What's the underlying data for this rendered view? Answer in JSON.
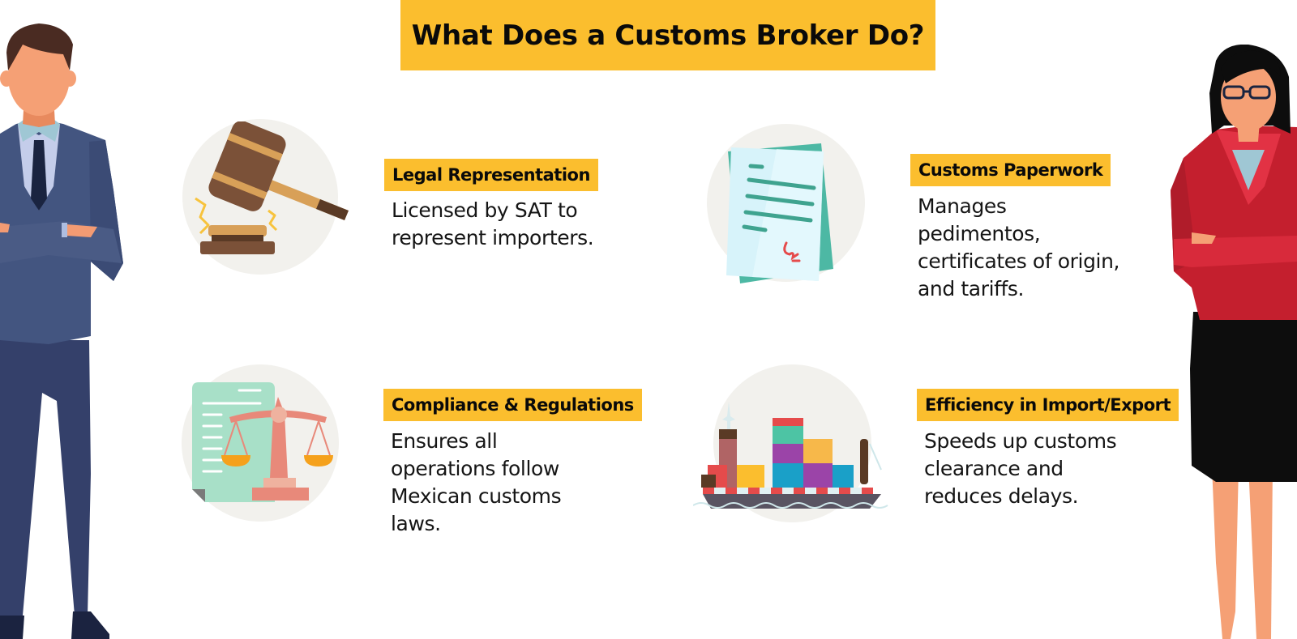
{
  "header": {
    "title": "What Does a Customs Broker Do?",
    "background": "#fbbe2e"
  },
  "illustrations": {
    "left_person": "businessman-with-crossed-arms",
    "right_person": "businesswoman-with-crossed-arms"
  },
  "cards": [
    {
      "icon": "gavel-icon",
      "label": "Legal Representation",
      "description_lines": [
        "Licensed by SAT to",
        "represent importers."
      ]
    },
    {
      "icon": "document-icon",
      "label": "Customs Paperwork",
      "description_lines": [
        "Manages",
        "pedimentos,",
        "certificates of origin,",
        "and tariffs."
      ]
    },
    {
      "icon": "scales-of-justice-icon",
      "label": "Compliance & Regulations",
      "description_lines": [
        "Ensures all",
        "operations follow",
        "Mexican customs",
        "laws."
      ]
    },
    {
      "icon": "cargo-ship-icon",
      "label": "Efficiency in Import/Export",
      "description_lines": [
        "Speeds up customs",
        "clearance and",
        "reduces delays."
      ]
    }
  ],
  "colors": {
    "accent_yellow": "#fbbe2e",
    "icon_circle": "#f2f1ed",
    "text": "#111111"
  }
}
